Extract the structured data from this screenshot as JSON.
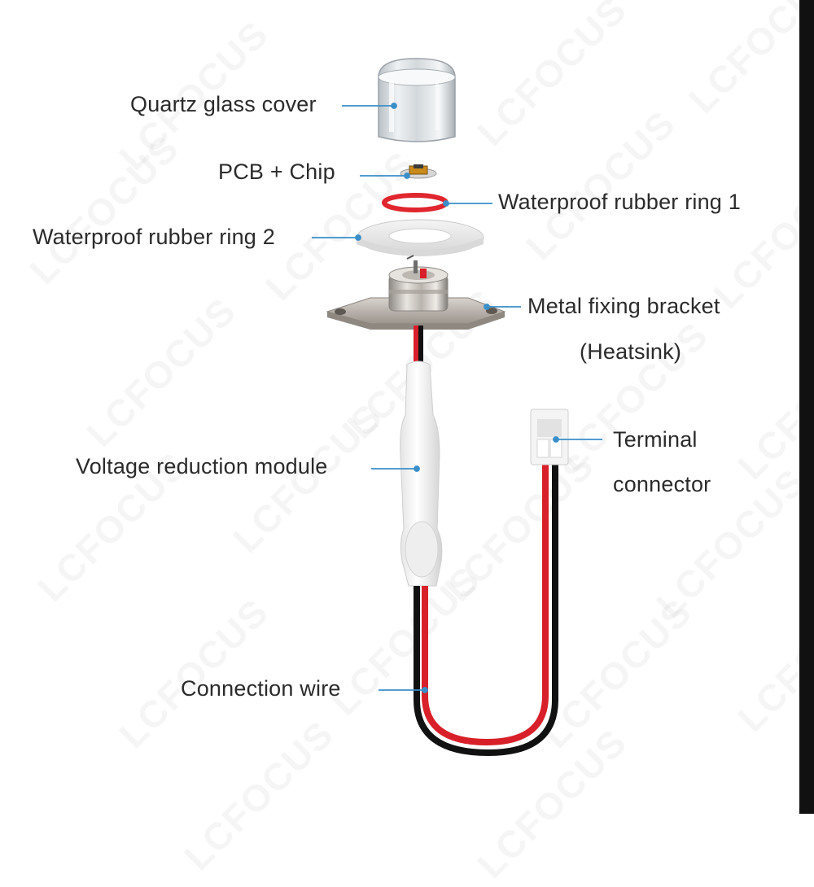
{
  "watermark": "LCFOCUS",
  "colors": {
    "leader_line": "#3a8fc8",
    "label_text": "#2b2b2b",
    "wire_red": "#d8202a",
    "wire_black": "#111111",
    "ring_red": "#e0262e"
  },
  "labels": {
    "quartz_glass_cover": "Quartz glass cover",
    "pcb_chip": "PCB + Chip",
    "waterproof_ring_1": "Waterproof rubber ring 1",
    "waterproof_ring_2": "Waterproof rubber ring 2",
    "metal_bracket": "Metal fixing bracket",
    "heatsink": "(Heatsink)",
    "voltage_module": "Voltage reduction module",
    "terminal": "Terminal",
    "connector": "connector",
    "connection_wire": "Connection wire"
  }
}
